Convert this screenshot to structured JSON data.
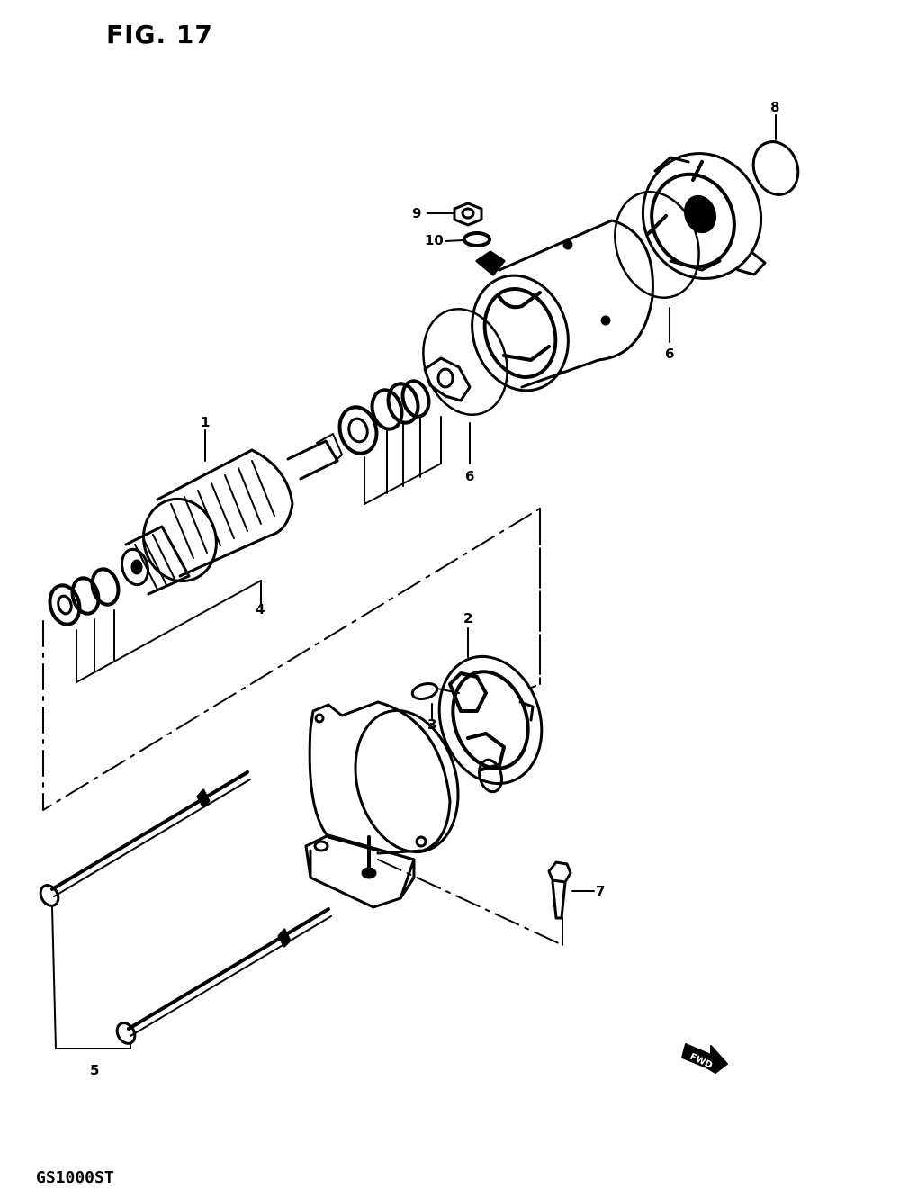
{
  "figure": {
    "title": "FIG. 17",
    "model": "GS1000ST"
  },
  "callouts": {
    "c1": "1",
    "c2": "2",
    "c3": "3",
    "c4": "4",
    "c5": "5",
    "c6a": "6",
    "c6b": "6",
    "c7": "7",
    "c8": "8",
    "c9": "9",
    "c10": "10"
  },
  "fwd_arrow": {
    "label": "FWD"
  },
  "colors": {
    "ink": "#000000",
    "paper": "#ffffff"
  }
}
